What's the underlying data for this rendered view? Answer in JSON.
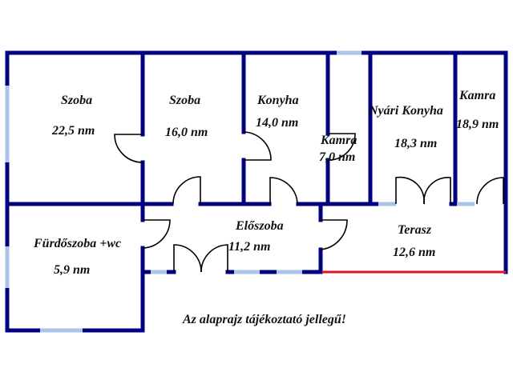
{
  "floorplan": {
    "colors": {
      "wall": "#000080",
      "window": "#a9c6ea",
      "door": "#000000",
      "terrace_edge": "#e0141e"
    },
    "rooms": [
      {
        "id": "szoba-1",
        "name": "Szoba",
        "area": "22,5 nm"
      },
      {
        "id": "szoba-2",
        "name": "Szoba",
        "area": "16,0 nm"
      },
      {
        "id": "konyha",
        "name": "Konyha",
        "area": "14,0 nm"
      },
      {
        "id": "kamra-small",
        "name": "Kamra",
        "area": "7,0 nm"
      },
      {
        "id": "nyari-konyha",
        "name": "Nyári Konyha",
        "area": "18,3 nm"
      },
      {
        "id": "kamra-right",
        "name": "Kamra",
        "area": "18,9 nm"
      },
      {
        "id": "furdoszoba",
        "name": "Fürdőszoba +wc",
        "area": "5,9 nm"
      },
      {
        "id": "eloszoba",
        "name": "Előszoba",
        "area": "11,2 nm"
      },
      {
        "id": "terasz",
        "name": "Terasz",
        "area": "12,6 nm"
      }
    ],
    "disclaimer": "Az alaprajz tájékoztató jellegű!"
  }
}
